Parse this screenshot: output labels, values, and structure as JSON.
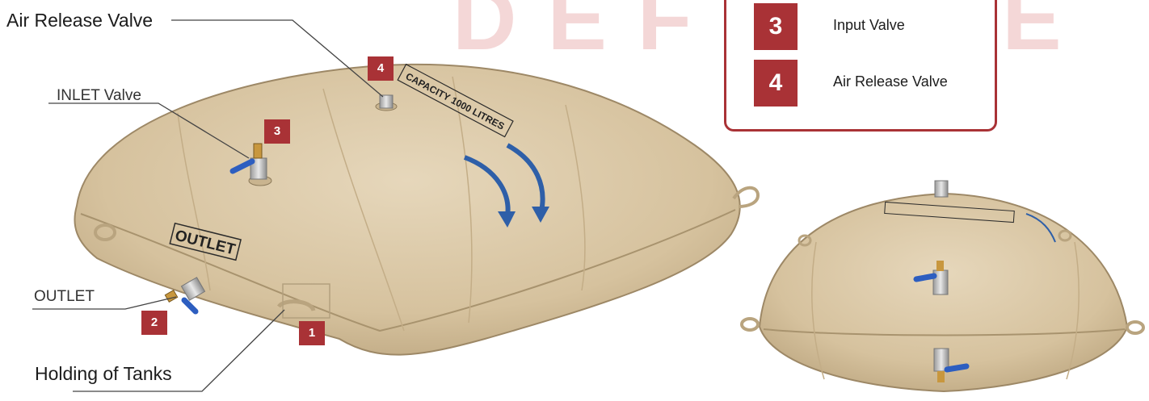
{
  "watermark": "DEFENCE",
  "labels": {
    "air_release": "Air Release Valve",
    "inlet": "INLET Valve",
    "outlet": "OUTLET",
    "holding": "Holding of Tanks"
  },
  "tank_text": {
    "outlet_stencil": "OUTLET",
    "capacity": "CAPACITY 1000 LITRES"
  },
  "badges": [
    "1",
    "2",
    "3",
    "4"
  ],
  "legend": {
    "items": [
      {
        "num": "3",
        "text": "Input Valve"
      },
      {
        "num": "4",
        "text": "Air Release Valve"
      }
    ]
  },
  "colors": {
    "accent": "#a93236",
    "tank": "#d9c6a4",
    "arrow": "#2e5fa8",
    "handle": "#2d5ec0"
  }
}
